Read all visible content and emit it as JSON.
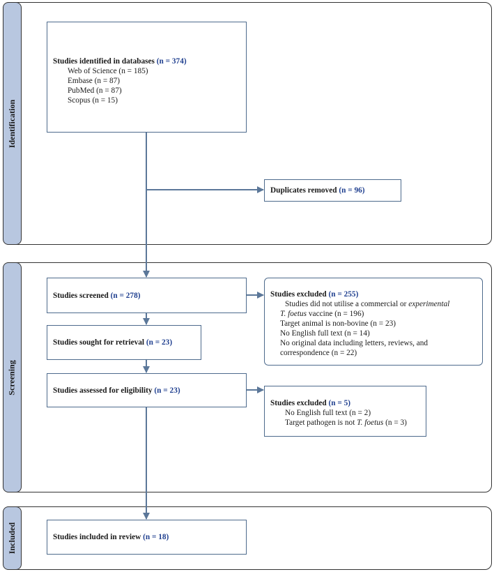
{
  "stages": {
    "identification": "Identification",
    "screening": "Screening",
    "included": "Included"
  },
  "identified": {
    "title": "Studies identified in databases",
    "n": "(n = 374)",
    "items": [
      "Web of Science (n = 185)",
      "Embase (n = 87)",
      "PubMed (n = 87)",
      "Scopus (n = 15)"
    ]
  },
  "duplicates": {
    "title": "Duplicates removed",
    "n": "(n = 96)"
  },
  "screened": {
    "title": "Studies screened",
    "n": "(n = 278)"
  },
  "excluded_screen": {
    "title": "Studies excluded",
    "n": "(n = 255)",
    "line1": "Studies did not utilise a commercial or",
    "line1_italic": "experimental",
    "line2_italic": "T. foetus",
    "line2": "vaccine (n = 196)",
    "items": [
      "Target animal is non-bovine (n = 23)",
      "No English full text (n = 14)",
      "No original data including letters, reviews, and",
      "correspondence (n = 22)"
    ]
  },
  "retrieval": {
    "title": "Studies sought for retrieval",
    "n": "(n = 23)"
  },
  "eligibility": {
    "title": "Studies assessed for eligibility",
    "n": "(n = 23)"
  },
  "excluded_elig": {
    "title": "Studies excluded",
    "n": "(n = 5)",
    "item1": "No English full text (n = 2)",
    "item2": "Target pathogen is not",
    "item2_italic": "T. foetus",
    "item2_end": "(n = 3)"
  },
  "included": {
    "title": "Studies included in review",
    "n": "(n = 18)"
  },
  "colors": {
    "stage_bar": "#b8c7e0",
    "box_border": "#4d6a8c",
    "arrow": "#5b7799",
    "n_text": "#1f3f8f"
  }
}
